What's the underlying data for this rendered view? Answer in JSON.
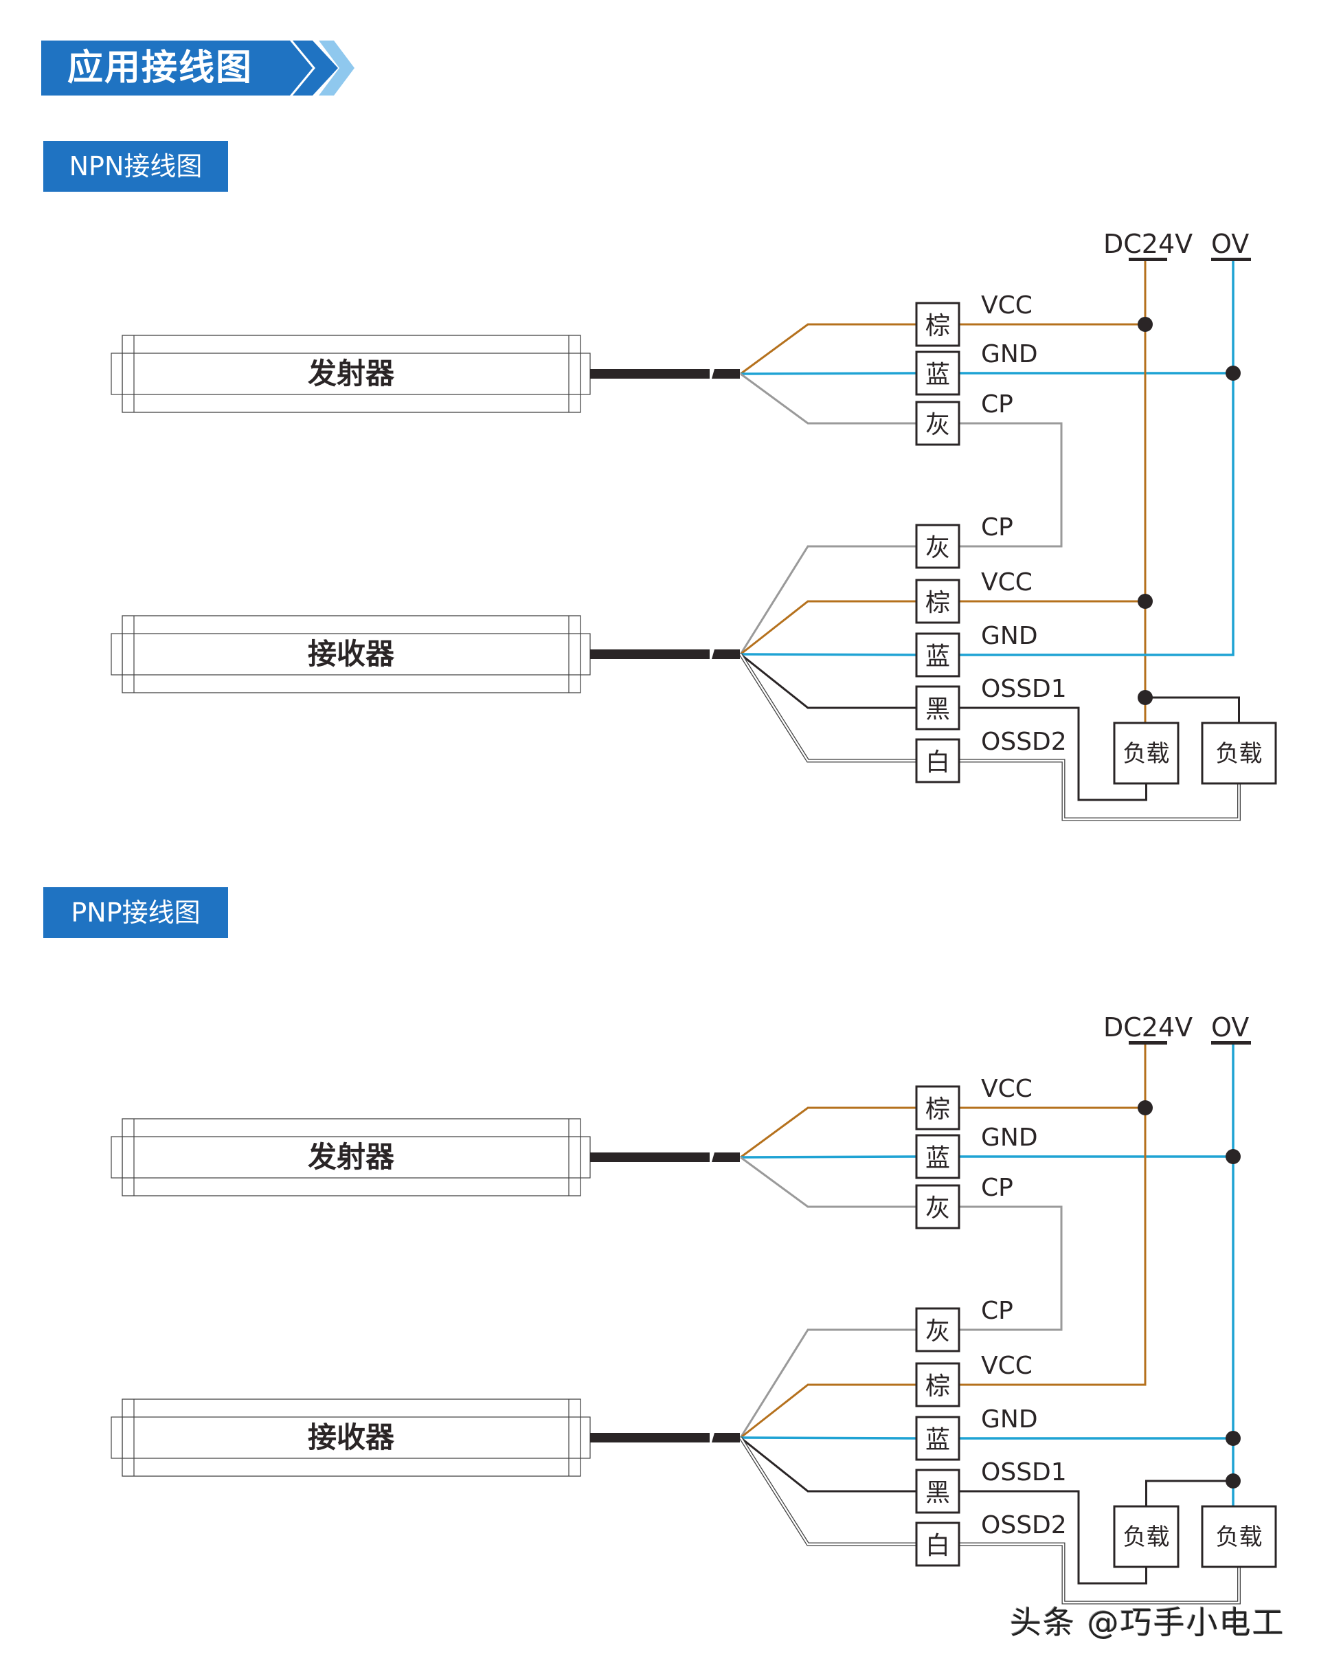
{
  "title": "应用接线图",
  "sections": [
    {
      "id": "npn",
      "header": "NPN接线图",
      "emitter_label": "发射器",
      "receiver_label": "接收器",
      "supply_labels": {
        "positive": "DC24V",
        "negative": "OV"
      },
      "emitter_wires": [
        {
          "color_name": "棕",
          "signal": "VCC",
          "color": "#b5711d"
        },
        {
          "color_name": "蓝",
          "signal": "GND",
          "color": "#1fa3d4"
        },
        {
          "color_name": "灰",
          "signal": "CP",
          "color": "#9a9a9a"
        }
      ],
      "receiver_wires": [
        {
          "color_name": "灰",
          "signal": "CP",
          "color": "#9a9a9a"
        },
        {
          "color_name": "棕",
          "signal": "VCC",
          "color": "#b5711d"
        },
        {
          "color_name": "蓝",
          "signal": "GND",
          "color": "#1fa3d4"
        },
        {
          "color_name": "黑",
          "signal": "OSSD1",
          "color": "#2a2526"
        },
        {
          "color_name": "白",
          "signal": "OSSD2",
          "color": "#ffffff"
        }
      ],
      "loads": [
        "负载",
        "负载"
      ],
      "load_common": "DC24V"
    },
    {
      "id": "pnp",
      "header": "PNP接线图",
      "emitter_label": "发射器",
      "receiver_label": "接收器",
      "supply_labels": {
        "positive": "DC24V",
        "negative": "OV"
      },
      "emitter_wires": [
        {
          "color_name": "棕",
          "signal": "VCC",
          "color": "#b5711d"
        },
        {
          "color_name": "蓝",
          "signal": "GND",
          "color": "#1fa3d4"
        },
        {
          "color_name": "灰",
          "signal": "CP",
          "color": "#9a9a9a"
        }
      ],
      "receiver_wires": [
        {
          "color_name": "灰",
          "signal": "CP",
          "color": "#9a9a9a"
        },
        {
          "color_name": "棕",
          "signal": "VCC",
          "color": "#b5711d"
        },
        {
          "color_name": "蓝",
          "signal": "GND",
          "color": "#1fa3d4"
        },
        {
          "color_name": "黑",
          "signal": "OSSD1",
          "color": "#2a2526"
        },
        {
          "color_name": "白",
          "signal": "OSSD2",
          "color": "#ffffff"
        }
      ],
      "loads": [
        "负载",
        "负载"
      ],
      "load_common": "OV"
    }
  ],
  "colors": {
    "banner": "#1f73c2",
    "banner_light": "#8fc8ee",
    "brown": "#b5711d",
    "blue": "#1fa3d4",
    "gray": "#9a9a9a",
    "black": "#2a2526",
    "line": "#333333"
  },
  "watermark": "头条 @巧手小电工"
}
